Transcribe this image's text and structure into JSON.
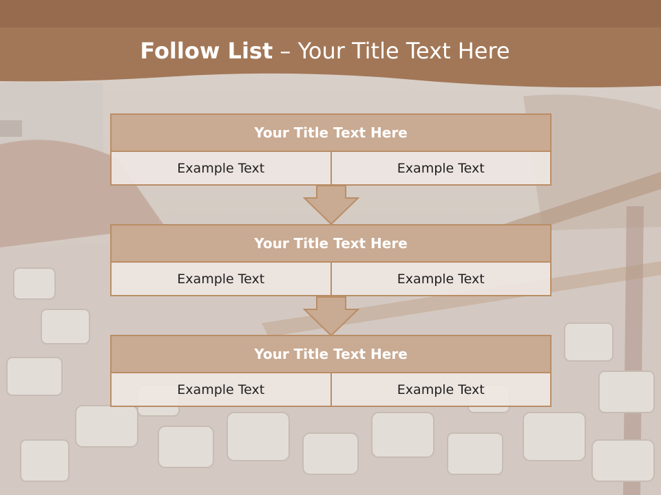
{
  "slide": {
    "title_bold": "Follow List",
    "title_rest": " – Your Title Text Here",
    "colors": {
      "header": "#8b6448",
      "box_title": "#c9aa92",
      "box_border": "#b98d66",
      "cell_bg": "#eee6e2"
    }
  },
  "steps": [
    {
      "title": "Your Title Text Here",
      "left": "Example Text",
      "right": "Example Text"
    },
    {
      "title": "Your Title Text Here",
      "left": "Example Text",
      "right": "Example Text"
    },
    {
      "title": "Your Title Text Here",
      "left": "Example Text",
      "right": "Example Text"
    }
  ],
  "arrows": [
    {
      "icon": "down-arrow-icon"
    },
    {
      "icon": "down-arrow-icon"
    }
  ]
}
